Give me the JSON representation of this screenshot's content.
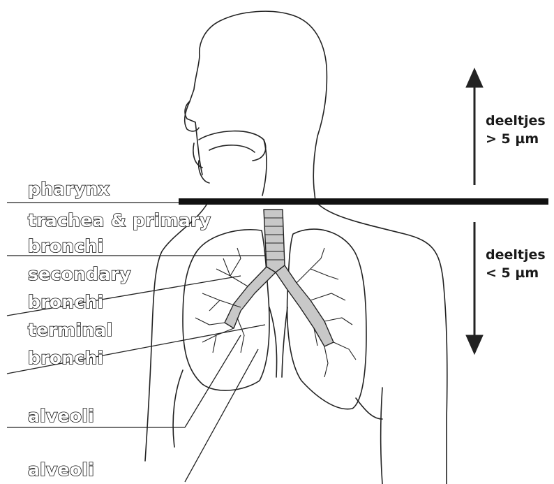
{
  "labels": {
    "pharynx": "pharynx",
    "trachea": "trachea & primary",
    "bronchi_1": "bronchi",
    "secondary": "secondary",
    "bronchi_2": "bronchi",
    "terminal": "terminal",
    "bronchi_3": "bronchi",
    "alveoli_1": "alveoli",
    "alveoli_2": "alveoli"
  },
  "particles_above": {
    "line1": "deeltjes",
    "line2": "> 5 µm"
  },
  "particles_below": {
    "line1": "deeltjes",
    "line2": "< 5 µm"
  },
  "colors": {
    "line": "#111111",
    "airway_fill": "#c8c8c8"
  }
}
